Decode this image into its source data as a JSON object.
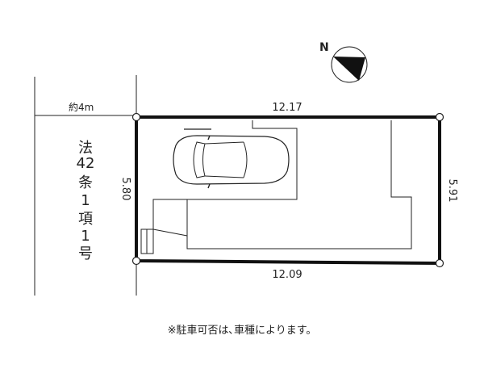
{
  "compass": {
    "label": "N"
  },
  "road": {
    "width_label": "約4m",
    "designation_chars": [
      "法",
      "42",
      "条",
      "1",
      "項",
      "1",
      "号"
    ]
  },
  "dimensions": {
    "top": "12.17",
    "bottom": "12.09",
    "left": "5.80",
    "right": "5.91"
  },
  "note": "※駐車可否は､車種によります。",
  "colors": {
    "line": "#222222",
    "boundary": "#111111",
    "background": "#ffffff"
  }
}
